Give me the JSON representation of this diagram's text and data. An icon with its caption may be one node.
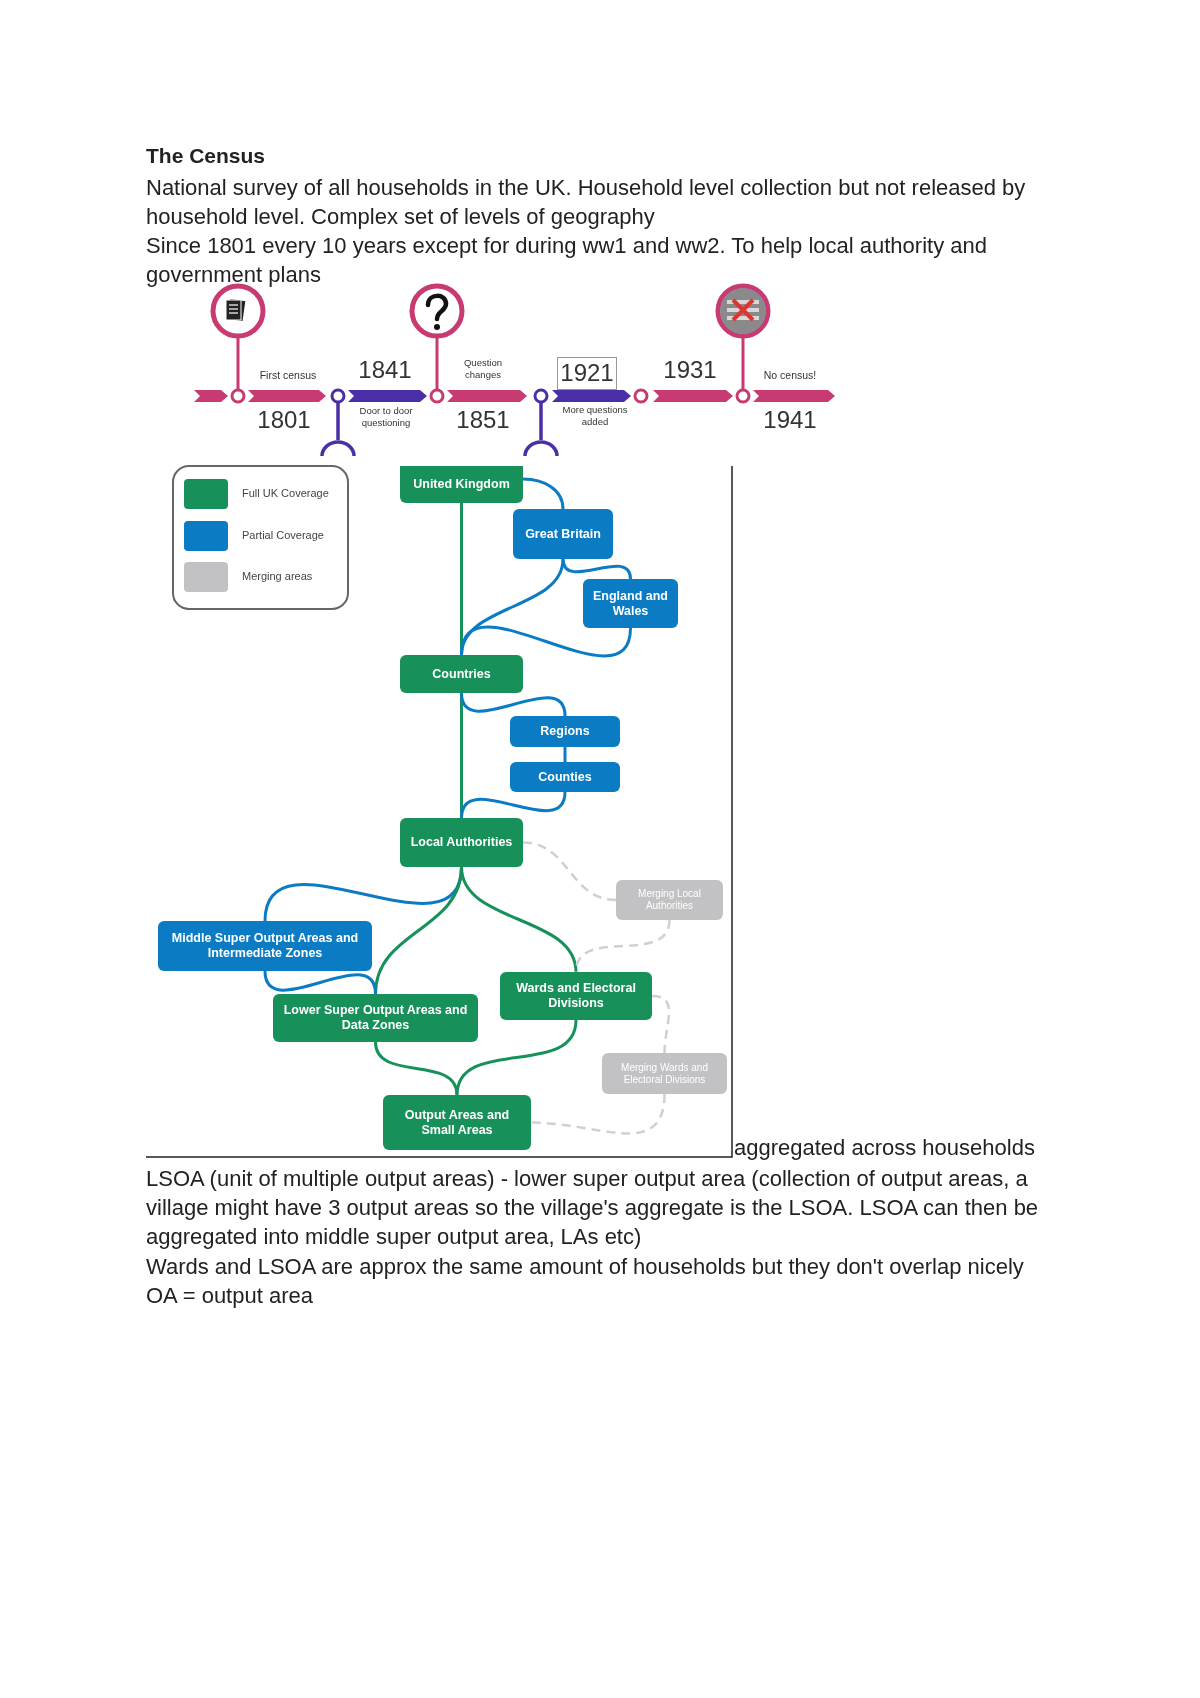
{
  "diagram": {
    "title": "The Census",
    "nodes": [
      {
        "text": [
          "United Kingdom"
        ]
      },
      {
        "text": [
          "Great Britain"
        ]
      },
      {
        "text": [
          "England and Wales"
        ]
      },
      {
        "text": [
          "Countries"
        ]
      },
      {
        "text": [
          "Regions"
        ]
      },
      {
        "text": [
          "Counties"
        ]
      },
      {
        "text": [
          "Local Authorities"
        ]
      },
      {
        "text": [
          "Merging Local Authorities"
        ]
      },
      {
        "text": [
          "Middle Super Output Areas and Intermediate Zones"
        ]
      },
      {
        "text": [
          "Wards and Electoral Divisions"
        ]
      },
      {
        "text": [
          "Lower Super Output Areas and Data Zones"
        ]
      },
      {
        "text": [
          "Merging Wards and Electoral Divisions"
        ]
      },
      {
        "text": [
          "Output Areas and Small Areas"
        ]
      }
    ],
    "edges": [
      {
        "from": 0,
        "to": 3,
        "arrow": "none",
        "color": "#17905a"
      },
      {
        "from": 0,
        "to": 1,
        "arrow": "none"
      },
      {
        "from": 1,
        "to": 2,
        "arrow": "none"
      },
      {
        "from": 1,
        "to": 3,
        "arrow": "none"
      },
      {
        "from": 2,
        "to": 3,
        "arrow": "none"
      },
      {
        "from": 3,
        "to": 6,
        "arrow": "none",
        "color": "#17905a"
      },
      {
        "from": 3,
        "to": 4,
        "arrow": "none"
      },
      {
        "from": 4,
        "to": 5,
        "arrow": "none"
      },
      {
        "from": 5,
        "to": 6,
        "arrow": "none"
      },
      {
        "from": 6,
        "to": 8,
        "arrow": "none"
      },
      {
        "from": 6,
        "to": 10,
        "arrow": "none",
        "color": "#17905a"
      },
      {
        "from": 6,
        "to": 9,
        "arrow": "none",
        "color": "#17905a"
      },
      {
        "from": 8,
        "to": 10,
        "arrow": "none"
      },
      {
        "from": 10,
        "to": 12,
        "arrow": "none",
        "color": "#17905a"
      },
      {
        "from": 9,
        "to": 12,
        "arrow": "none",
        "color": "#17905a"
      },
      {
        "from": 6,
        "to": 7,
        "arrow": "none",
        "style": "dashed",
        "color": "#d0d0d2"
      },
      {
        "from": 7,
        "to": 9,
        "arrow": "none",
        "style": "dashed",
        "color": "#d0d0d2"
      },
      {
        "from": 9,
        "to": 11,
        "arrow": "none",
        "style": "dashed",
        "color": "#d0d0d2"
      },
      {
        "from": 11,
        "to": 12,
        "arrow": "none",
        "style": "dashed",
        "color": "#d0d0d2"
      }
    ],
    "labels": [
      "National survey of all households in the UK. Household level collection but not released by household level. Complex set of levels of geography",
      "Since 1801 every 10 years except for during ww1 and ww2. To help local authority and government plans",
      "First census",
      "1801",
      "1841",
      "Door to door questioning",
      "Question changes",
      "1851",
      "1921",
      "More questions added",
      "1931",
      "No census!",
      "1941",
      "aggregated across households",
      "LSOA (unit of multiple output areas) - lower super output area (collection of output areas, a village might have 3 output areas so the village's aggregate is the LSOA. LSOA can then be aggregated into middle super output area, LAs etc)",
      "Wards and LSOA are approx the same amount of households but they don't overlap nicely",
      "OA = output area"
    ],
    "legend": [
      {
        "text": "Full UK Coverage",
        "color": "#17905a"
      },
      {
        "text": "Partial Coverage",
        "color": "#0b7cc4"
      },
      {
        "text": "Merging areas",
        "color": "#c2c2c4"
      }
    ]
  }
}
